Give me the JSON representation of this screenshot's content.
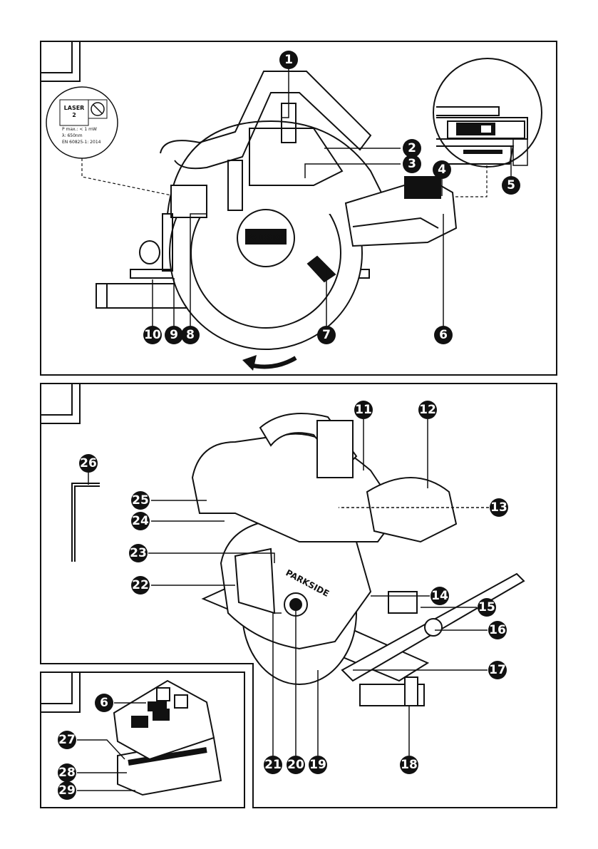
{
  "laser_label": {
    "title": "LASER",
    "class_number": "2",
    "power_line": "P max.: < 1 mW",
    "wavelength_line": "λ: 650nm",
    "standard_line": "EN 60825-1: 2014"
  },
  "brand_text": "PARKSIDE",
  "callouts": {
    "fig1": [
      "1",
      "2",
      "3",
      "4",
      "5",
      "6",
      "7",
      "8",
      "9",
      "10"
    ],
    "fig2": [
      "11",
      "12",
      "13",
      "14",
      "15",
      "16",
      "17",
      "18",
      "19",
      "20",
      "21",
      "22",
      "23",
      "24",
      "25",
      "26"
    ],
    "fig3": [
      "6",
      "27",
      "28",
      "29"
    ]
  }
}
